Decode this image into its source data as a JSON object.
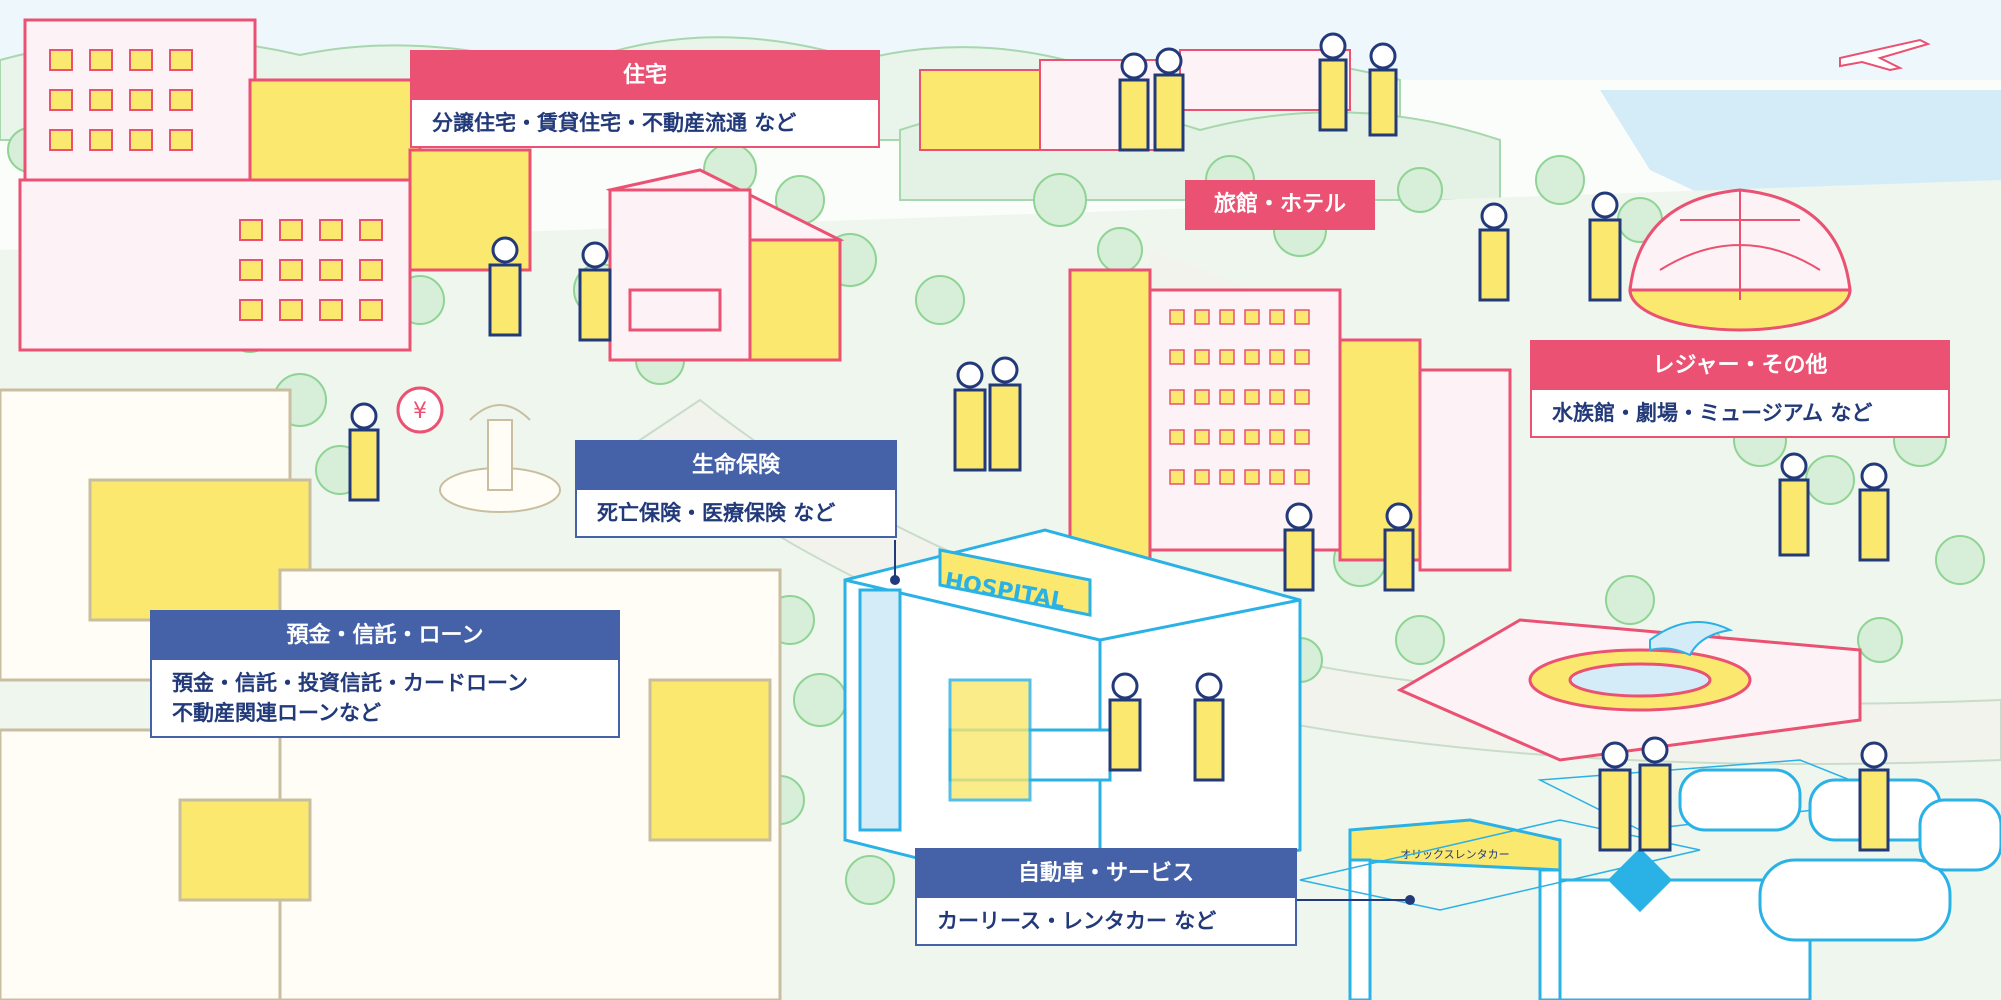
{
  "colors": {
    "pink": "#ea5172",
    "navy": "#4561a8",
    "cyan": "#2ab1e6",
    "yellow": "#fbe86e",
    "tree": "#8fd494",
    "road": "#f1f0ea",
    "sea": "#d4ecf8"
  },
  "labels": {
    "housing": {
      "title": "住宅",
      "detail": "分譲住宅・賃貸住宅・不動産流通 など"
    },
    "hotel": {
      "title": "旅館・ホテル"
    },
    "leisure": {
      "title": "レジャー・その他",
      "detail": "水族館・劇場・ミュージアム など"
    },
    "life_insurance": {
      "title": "生命保険",
      "detail": "死亡保険・医療保険 など"
    },
    "banking": {
      "title": "預金・信託・ローン",
      "detail_line1": "預金・信託・投資信託・カードローン",
      "detail_line2": "不動産関連ローンなど"
    },
    "auto": {
      "title": "自動車・サービス",
      "detail": "カーリース・レンタカー など"
    }
  },
  "signs": {
    "hospital": "HOSPITAL",
    "rental_car": "オリックスレンタカー",
    "yen": "¥"
  },
  "icons": [
    "airplane-icon",
    "yen-bubble-icon",
    "dolphin-icon",
    "fountain-icon",
    "ferris-dome-icon"
  ]
}
